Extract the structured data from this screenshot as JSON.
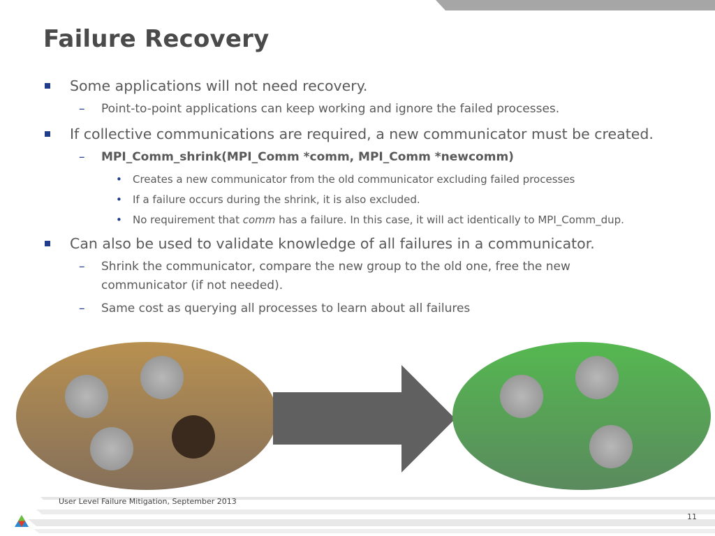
{
  "slide": {
    "title": "Failure Recovery",
    "bullets": [
      {
        "text": "Some applications will not need recovery."
      },
      {
        "text": "Point-to-point applications can keep working and ignore the failed processes."
      },
      {
        "text": "If collective communications are required, a new communicator must be created."
      },
      {
        "text": "MPI_Comm_shrink(MPI_Comm *comm, MPI_Comm *newcomm)"
      },
      {
        "text": "Creates a new communicator from the old communicator excluding failed processes"
      },
      {
        "text": "If a failure occurs during the shrink, it is also excluded."
      },
      {
        "text_before": "No requirement that ",
        "text_italic": "comm",
        "text_after": " has a failure. In this case, it will act identically to MPI_Comm_dup."
      },
      {
        "text": "Can also be used to validate knowledge of all failures in a communicator."
      },
      {
        "text_line1": "Shrink the communicator, compare the new group to the old one, free the new",
        "text_line2": "communicator (if not needed)."
      },
      {
        "text": "Same cost as querying all processes to learn about all failures"
      }
    ],
    "dash_glyph": "–",
    "dot_glyph": "•"
  },
  "diagram": {
    "left_group": {
      "processes": 4,
      "failed_processes": 1
    },
    "right_group": {
      "processes": 3,
      "failed_processes": 0
    }
  },
  "footer": {
    "text": "User Level Failure Mitigation, September 2013",
    "page_number": "11"
  },
  "colors": {
    "title": "#4a4a4a",
    "bullet_marker": "#1f3d8a",
    "old_communicator": "#9c7c4c",
    "new_communicator": "#4fae4f",
    "failed_process": "#3a2a1e",
    "arrow": "#606060"
  }
}
